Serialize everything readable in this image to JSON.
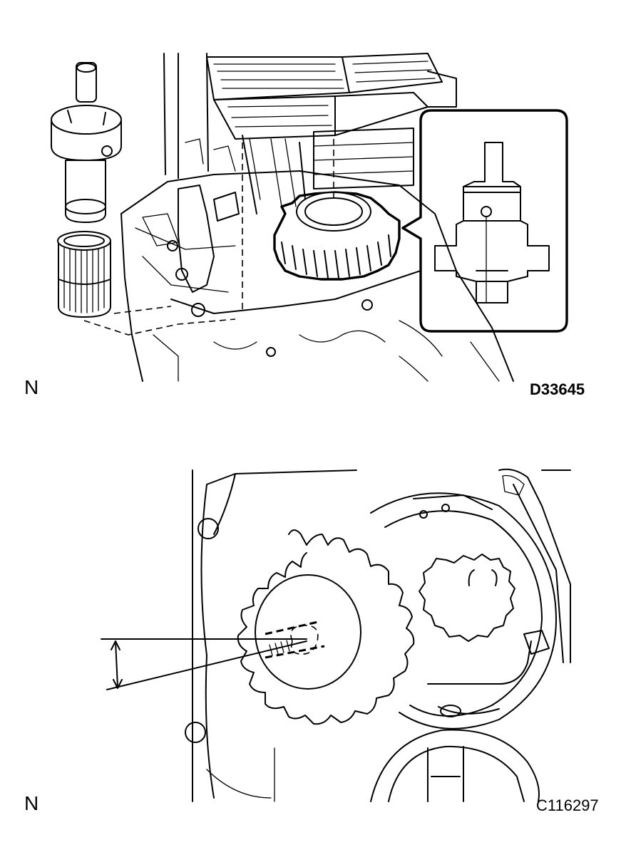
{
  "panels": [
    {
      "orientation_mark": "N",
      "figure_code": "D33645"
    },
    {
      "orientation_mark": "N",
      "figure_code": "C116297"
    }
  ]
}
